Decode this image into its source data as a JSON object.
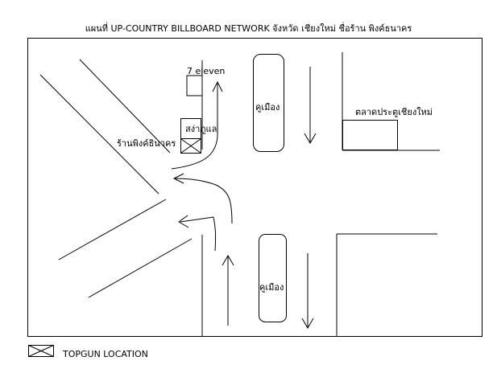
{
  "title": "แผนที่ UP-COUNTRY BILLBOARD NETWORK จังหวัด เชียงใหม่ ชื่อร้าน พิงค์ธนาคร",
  "labels": {
    "seven_eleven": "7 eleven",
    "sang_lab": "สง่าภูแล",
    "shop": "ร้านพิงค์ธินาคร",
    "north_island": "คูเมือง",
    "south_island": "คูเมือง",
    "market": "ตลาดประตูเชียงใหม่"
  },
  "legend": {
    "label": "TOPGUN LOCATION",
    "icon": "crossed-box-icon"
  }
}
